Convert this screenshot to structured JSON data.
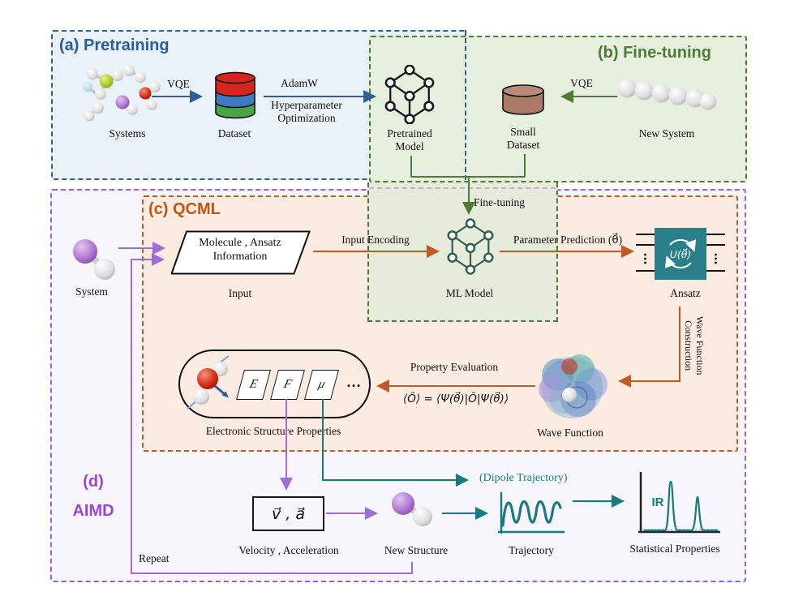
{
  "colors": {
    "pretraining_accent": "#2e6096",
    "finetuning_accent": "#4e7c34",
    "qcml_accent": "#c05a28",
    "aimd_accent": "#9c44d2",
    "teal": "#177a80",
    "purple_arrow": "#a06cd5",
    "dataset_red": "#d6251f",
    "dataset_blue": "#3c79c0",
    "dataset_green": "#47a545",
    "small_dataset_brown": "#ab7a66"
  },
  "panel_a": {
    "title": "(a) Pretraining",
    "systems_label": "Systems",
    "vqe_label": "VQE",
    "dataset_label": "Dataset",
    "adamw_label": "AdamW",
    "hyperparameter_line1": "Hyperparameter",
    "hyperparameter_line2": "Optimization"
  },
  "panel_b": {
    "title": "(b) Fine-tuning",
    "pretrained_model_line1": "Pretrained",
    "pretrained_model_line2": "Model",
    "small_dataset_line1": "Small",
    "small_dataset_line2": "Dataset",
    "vqe_label": "VQE",
    "new_system_label": "New System",
    "fine_tuning_label": "Fine-tuning"
  },
  "panel_c": {
    "title": "(c) QCML",
    "input_box_line1": "Molecule , Ansatz",
    "input_box_line2": "Information",
    "input_label": "Input",
    "input_encoding_label": "Input Encoding",
    "ml_model_label": "ML Model",
    "parameter_prediction_label": "Parameter Prediction (θ⃗)",
    "ansatz_label": "Ansatz",
    "ansatz_gate_text": "U(θ⃗)",
    "wave_construction_line1": "Wave Function",
    "wave_construction_line2": "Construction",
    "wave_function_label": "Wave Function",
    "property_evaluation_label": "Property Evaluation",
    "property_formula": "⟨Ô⟩ = ⟨Ψ(θ⃗)|Ô|Ψ(θ⃗)⟩",
    "esp_label": "Electronic Structure Properties",
    "property_e": "E",
    "property_f": "F",
    "property_mu": "μ",
    "property_ellipsis": "…"
  },
  "panel_d": {
    "title_line1": "(d)",
    "title_line2": "AIMD",
    "system_label": "System",
    "velocity_box_text": "v⃗ , a⃗",
    "velocity_label": "Velocity , Acceleration",
    "new_structure_label": "New Structure",
    "trajectory_label": "Trajectory",
    "statistical_label": "Statistical Properties",
    "dipole_trajectory_label": "(Dipole Trajectory)",
    "repeat_label": "Repeat",
    "ir_label": "IR"
  },
  "icons": {
    "systems": "molecule-cluster-icon",
    "dataset": "stacked-database-icon",
    "pretrained_model": "cube-network-icon",
    "small_dataset": "database-icon",
    "new_system": "atom-chain-icon",
    "system": "diatomic-molecule-icon",
    "ml_model": "cube-network-icon",
    "ansatz": "quantum-circuit-gate-icon",
    "wave_function": "orbital-cloud-icon",
    "esp_molecule": "water-molecule-forces-icon",
    "new_structure": "diatomic-molecule-icon",
    "trajectory": "sine-wave-icon",
    "statistical": "ir-spectrum-icon"
  }
}
